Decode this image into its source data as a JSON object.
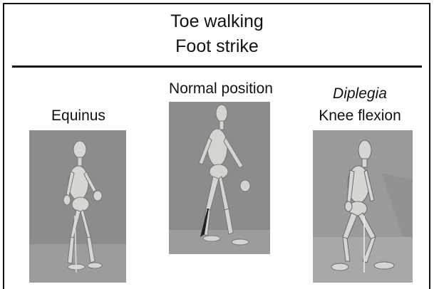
{
  "header": {
    "title_line1": "Toe walking",
    "title_line2": "Foot strike"
  },
  "panels": [
    {
      "caption": "Equinus"
    },
    {
      "caption": "Normal position"
    },
    {
      "caption_italic": "Diplegia",
      "caption": "Knee flexion"
    }
  ]
}
